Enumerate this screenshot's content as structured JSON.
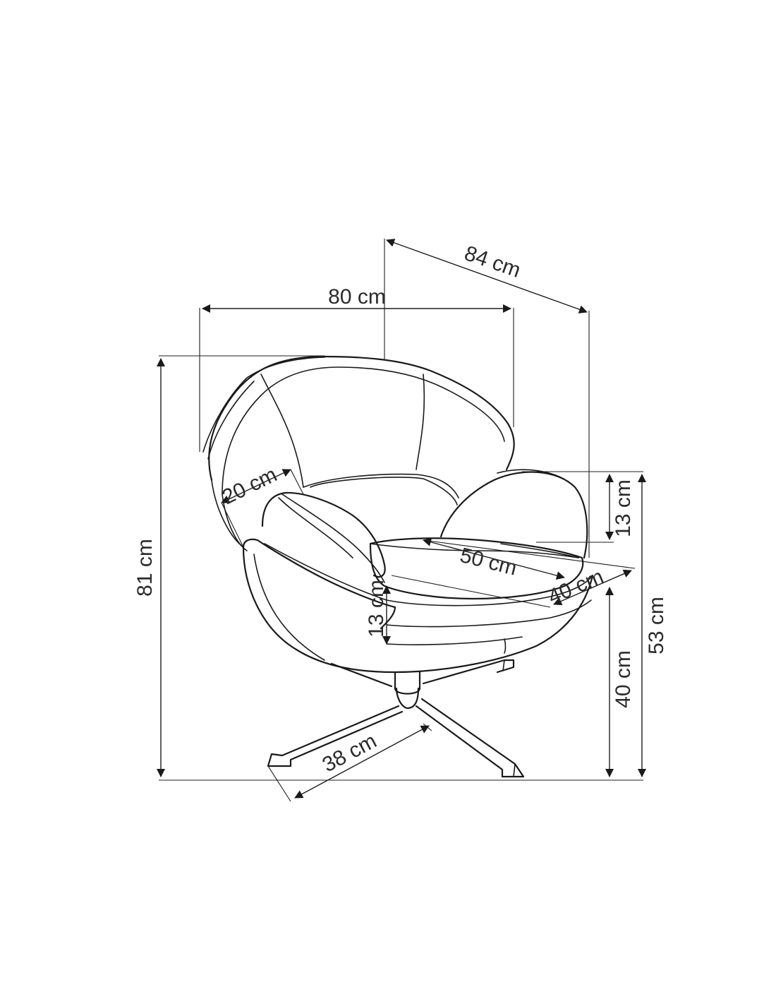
{
  "diagram": {
    "dimensions": {
      "width": "80 cm",
      "depth": "84 cm",
      "total_height": "81 cm",
      "arm_height_total": "53 cm",
      "arm_offset": "13 cm",
      "seat_height": "40 cm",
      "seat_width": "50 cm",
      "seat_depth": "40 cm",
      "armrest_width": "20 cm",
      "seat_thickness": "13 cm",
      "base_span": "38 cm"
    },
    "colors": {
      "line": "#1a1a1a",
      "text": "#2b2b2b",
      "background": "#ffffff"
    }
  }
}
